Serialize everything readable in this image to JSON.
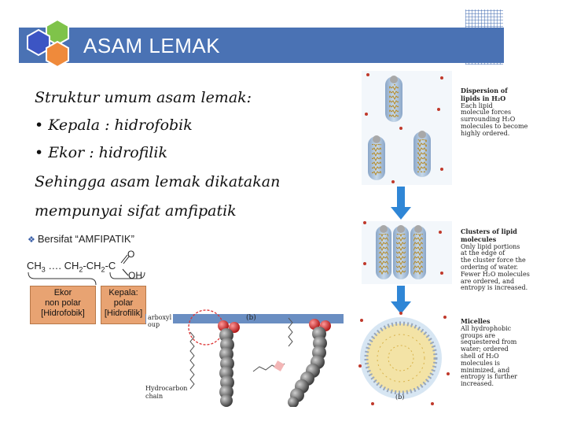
{
  "header": {
    "title": "ASAM LEMAK"
  },
  "text": {
    "line1": "Struktur umum asam lemak:",
    "line2": "• Kepala : hidrofobik",
    "line3": "• Ekor : hidrofilik",
    "line4": "Sehingga asam lemak dikatakan",
    "line5": "mempunyai sifat amfipatik"
  },
  "diagram": {
    "title": "Bersifat “AMFIPATIK”",
    "formula_ch3": "CH",
    "formula_ch3_sub": "3",
    "formula_dots": " …. CH",
    "formula_sub2": "2",
    "formula_mid": "-CH",
    "formula_sub3": "2",
    "formula_end": "-C",
    "o_top": "O",
    "oh": "OH",
    "tail_box": [
      "Ekor",
      "non polar",
      "[Hidrofobik]"
    ],
    "head_box": [
      "Kepala:",
      "polar",
      "[Hidrofilik]"
    ],
    "carboxyl_label": [
      "arboxyl",
      "oup"
    ],
    "panel_b": "(b)",
    "hydrocarbon_label": [
      "Hydrocarbon",
      "chain"
    ]
  },
  "figure": {
    "dispersion_title": [
      "Dispersion of",
      "lipids in H₂O"
    ],
    "dispersion_text": [
      "Each lipid",
      "molecule forces",
      "surrounding H₂O",
      "molecules to become",
      "highly ordered."
    ],
    "clusters_title": [
      "Clusters of lipid",
      "molecules"
    ],
    "clusters_text": [
      "Only lipid portions",
      "at the edge of",
      "the cluster force the",
      "ordering of water.",
      "Fewer H₂O molecules",
      "are ordered, and",
      "entropy is increased."
    ],
    "micelles_title": [
      "Micelles"
    ],
    "micelles_text": [
      "All hydrophobic",
      "groups are",
      "sequestered from",
      "water; ordered",
      "shell of H₂O",
      "molecules is",
      "minimized, and",
      "entropy is further",
      "increased."
    ],
    "panel_b": "(b)"
  },
  "colors": {
    "header_blue": "#4a72b4",
    "hex_blue": "#3c55c4",
    "hex_green": "#7fc34a",
    "hex_orange": "#ef8a3b",
    "box_orange": "#e8a372",
    "arrow_blue": "#2f86d6"
  }
}
